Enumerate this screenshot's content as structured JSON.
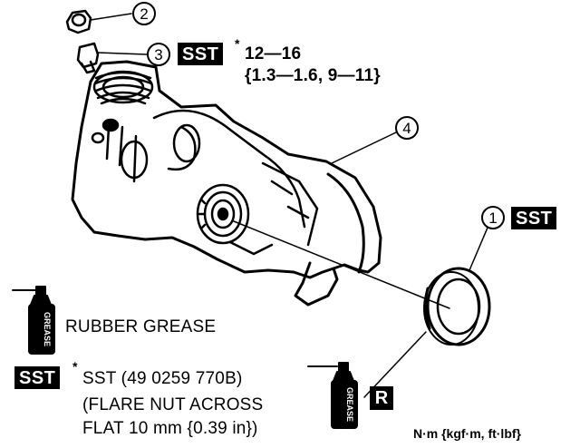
{
  "callouts": {
    "c1": "1",
    "c2": "2",
    "c3": "3",
    "c4": "4"
  },
  "sst_tag": "SST",
  "r_tag": "R",
  "asterisk": "*",
  "torque": {
    "line1": "12—16",
    "line2": "{1.3—1.6, 9—11}"
  },
  "grease_can_label": "GREASE",
  "legend": {
    "rubber_grease": "RUBBER GREASE",
    "sst_line1": "SST (49 0259 770B)",
    "sst_line2": "(FLARE NUT ACROSS",
    "sst_line3": "FLAT 10 mm {0.39 in})"
  },
  "units": "N·m {kgf·m, ft·lbf}"
}
